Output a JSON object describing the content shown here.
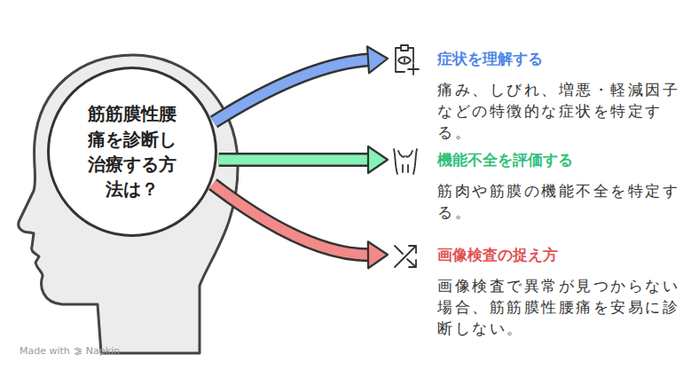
{
  "diagram": {
    "nodes": [
      {
        "text": [
          "筋筋膜性腰痛を診断し治療する方法は？"
        ]
      },
      {
        "text": [
          "症状を理解する",
          "痛み、しびれ、増悪・軽減因子などの特徴的な症状を特定する。"
        ]
      },
      {
        "text": [
          "機能不全を評価する",
          "筋肉や筋膜の機能不全を特定する。"
        ]
      },
      {
        "text": [
          "画像検査の捉え方",
          "画像検査で異常が見つからない場合、筋筋膜性腰痛を安易に診断しない。"
        ]
      }
    ],
    "edges": [
      {
        "from": 0,
        "to": 1,
        "arrow": "to"
      },
      {
        "from": 0,
        "to": 2,
        "arrow": "to"
      },
      {
        "from": 0,
        "to": 3,
        "arrow": "to"
      }
    ],
    "labels": [
      "Made with",
      "Napkin"
    ]
  }
}
